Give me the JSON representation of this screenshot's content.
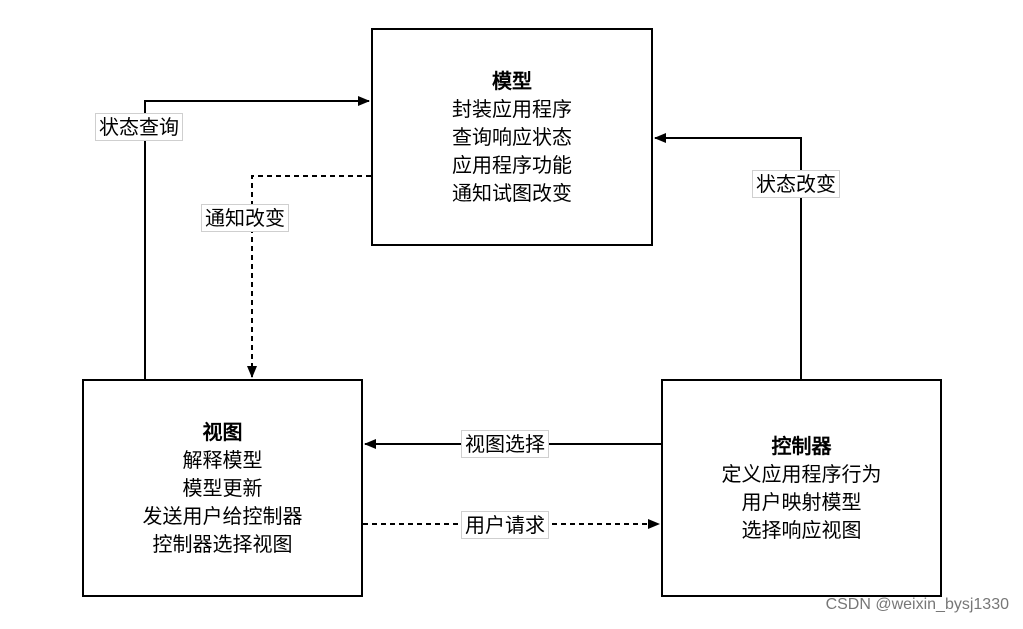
{
  "model": {
    "title": "模型",
    "lines": [
      "封装应用程序",
      "查询响应状态",
      "应用程序功能",
      "通知试图改变"
    ]
  },
  "view": {
    "title": "视图",
    "lines": [
      "解释模型",
      "模型更新",
      "发送用户给控制器",
      "控制器选择视图"
    ]
  },
  "controller": {
    "title": "控制器",
    "lines": [
      "定义应用程序行为",
      "用户映射模型",
      "选择响应视图"
    ]
  },
  "edges": {
    "state_query": "状态查询",
    "notify_change": "通知改变",
    "state_change": "状态改变",
    "view_select": "视图选择",
    "user_request": "用户请求"
  },
  "watermark": "CSDN @weixin_bysj1330"
}
